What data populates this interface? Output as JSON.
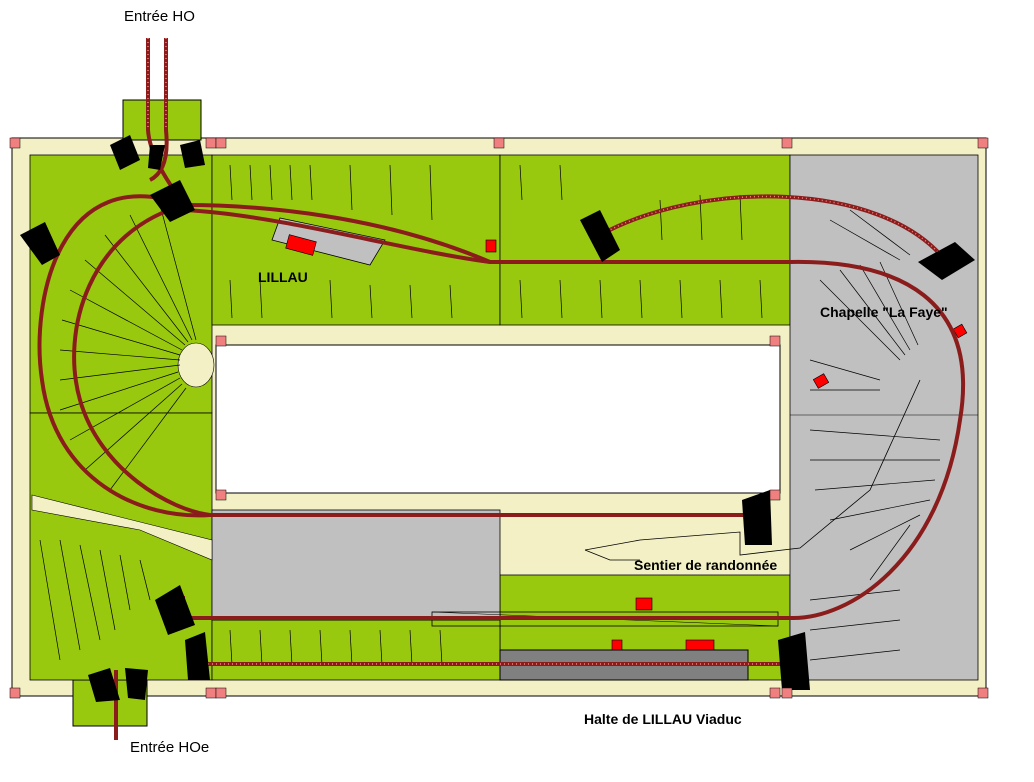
{
  "labels": {
    "entree_ho": "Entrée HO",
    "lillau": "LILLAU",
    "chapelle": "Chapelle \"La Faye\"",
    "sentier": "Sentier de randonnée",
    "halte": "Halte de LILLAU Viaduc",
    "entree_hoe": "Entrée HOe"
  },
  "colors": {
    "baseboard": "#f2f0c4",
    "grass": "#99c90f",
    "rock": "#c0c0c0",
    "track": "#8b1c1c",
    "marker": "#f08080",
    "building": "#ff0000",
    "tunnel": "#000000"
  }
}
